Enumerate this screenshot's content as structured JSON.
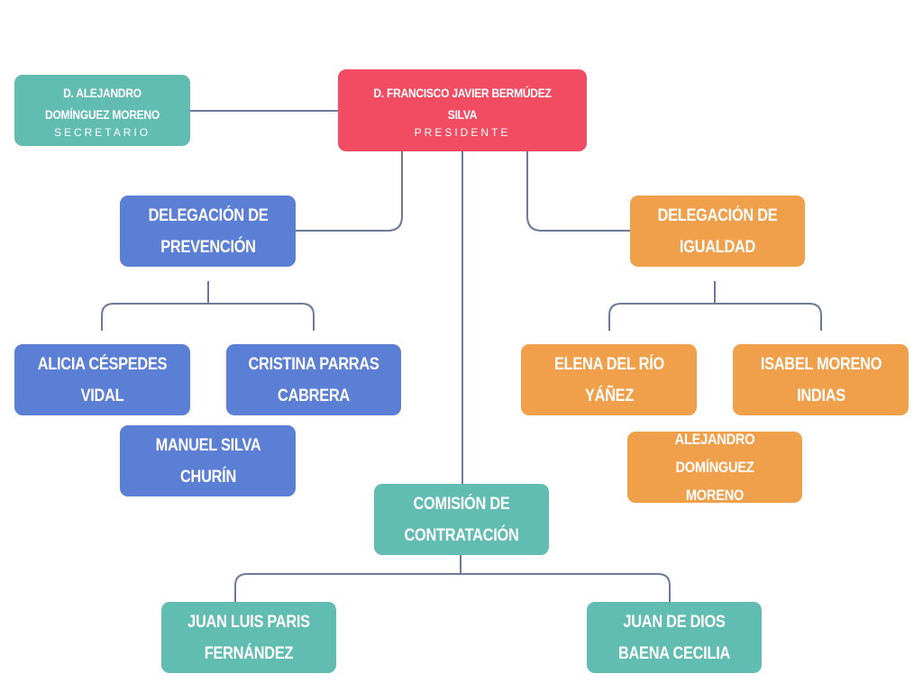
{
  "colors": {
    "teal": "#61bcb1",
    "red": "#f24c63",
    "blue": "#5b7fd4",
    "orange": "#f0a04b",
    "line": "#6b7a99"
  },
  "secretary": {
    "name": "D. ALEJANDRO DOMÍNGUEZ MORENO",
    "role": "SECRETARIO"
  },
  "president": {
    "name": "D. FRANCISCO JAVIER BERMÚDEZ SILVA",
    "role": "PRESIDENTE"
  },
  "prevention": {
    "title": "DELEGACIÓN DE PREVENCIÓN",
    "members": [
      "ALICIA CÉSPEDES VIDAL",
      "CRISTINA PARRAS CABRERA",
      "MANUEL SILVA CHURÍN"
    ]
  },
  "equality": {
    "title": "DELEGACIÓN DE IGUALDAD",
    "members": [
      "ELENA DEL RÍO YÁÑEZ",
      "ISABEL MORENO INDIAS",
      "ALEJANDRO DOMÍNGUEZ MORENO"
    ]
  },
  "contracting": {
    "title": "COMISIÓN DE CONTRATACIÓN",
    "members": [
      "JUAN LUIS PARIS FERNÁNDEZ",
      "JUAN DE DIOS BAENA CECILIA"
    ]
  }
}
